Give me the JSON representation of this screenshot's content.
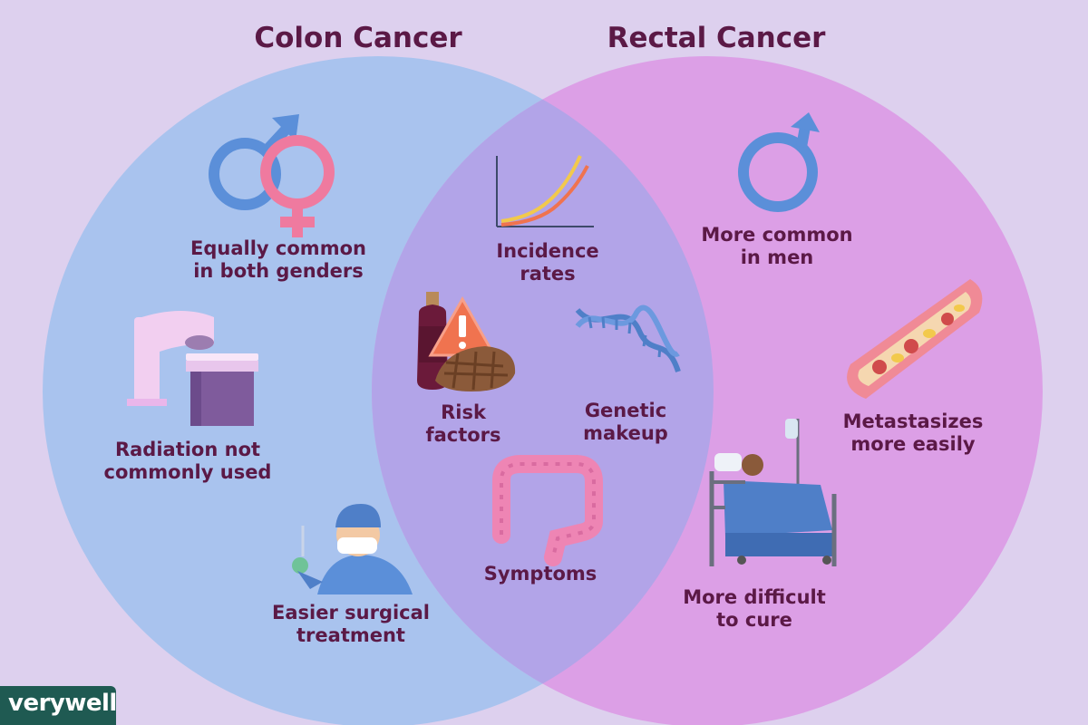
{
  "titles": {
    "left": "Colon Cancer",
    "right": "Rectal Cancer"
  },
  "colon_only": {
    "genders": "Equally common\nin both genders",
    "radiation": "Radiation not\ncommonly used",
    "surgery": "Easier surgical\ntreatment"
  },
  "shared": {
    "incidence": "Incidence\nrates",
    "risk": "Risk\nfactors",
    "genetic": "Genetic\nmakeup",
    "symptoms": "Symptoms"
  },
  "rectal_only": {
    "men": "More common\nin men",
    "metastasizes": "Metastasizes\nmore easily",
    "cure": "More difficult\nto cure"
  },
  "logo": "verywell",
  "colors": {
    "background": "#ddd0ee",
    "left_circle": "#a9c3ee",
    "right_circle": "#dc9fe6",
    "overlap": "#b2a4e8",
    "text": "#5b1946",
    "male_symbol": "#5b8fd9",
    "female_symbol": "#ef7a9f",
    "logo_bg": "#1f5a52"
  },
  "icons": {
    "male": "male-symbol-icon",
    "female": "female-symbol-icon",
    "chart": "line-chart-icon",
    "wine_steak": "wine-steak-warning-icon",
    "dna": "dna-icon",
    "colon": "colon-icon",
    "radiation": "radiation-machine-icon",
    "surgeon": "surgeon-icon",
    "artery": "blood-vessel-icon",
    "bed": "hospital-bed-icon"
  }
}
